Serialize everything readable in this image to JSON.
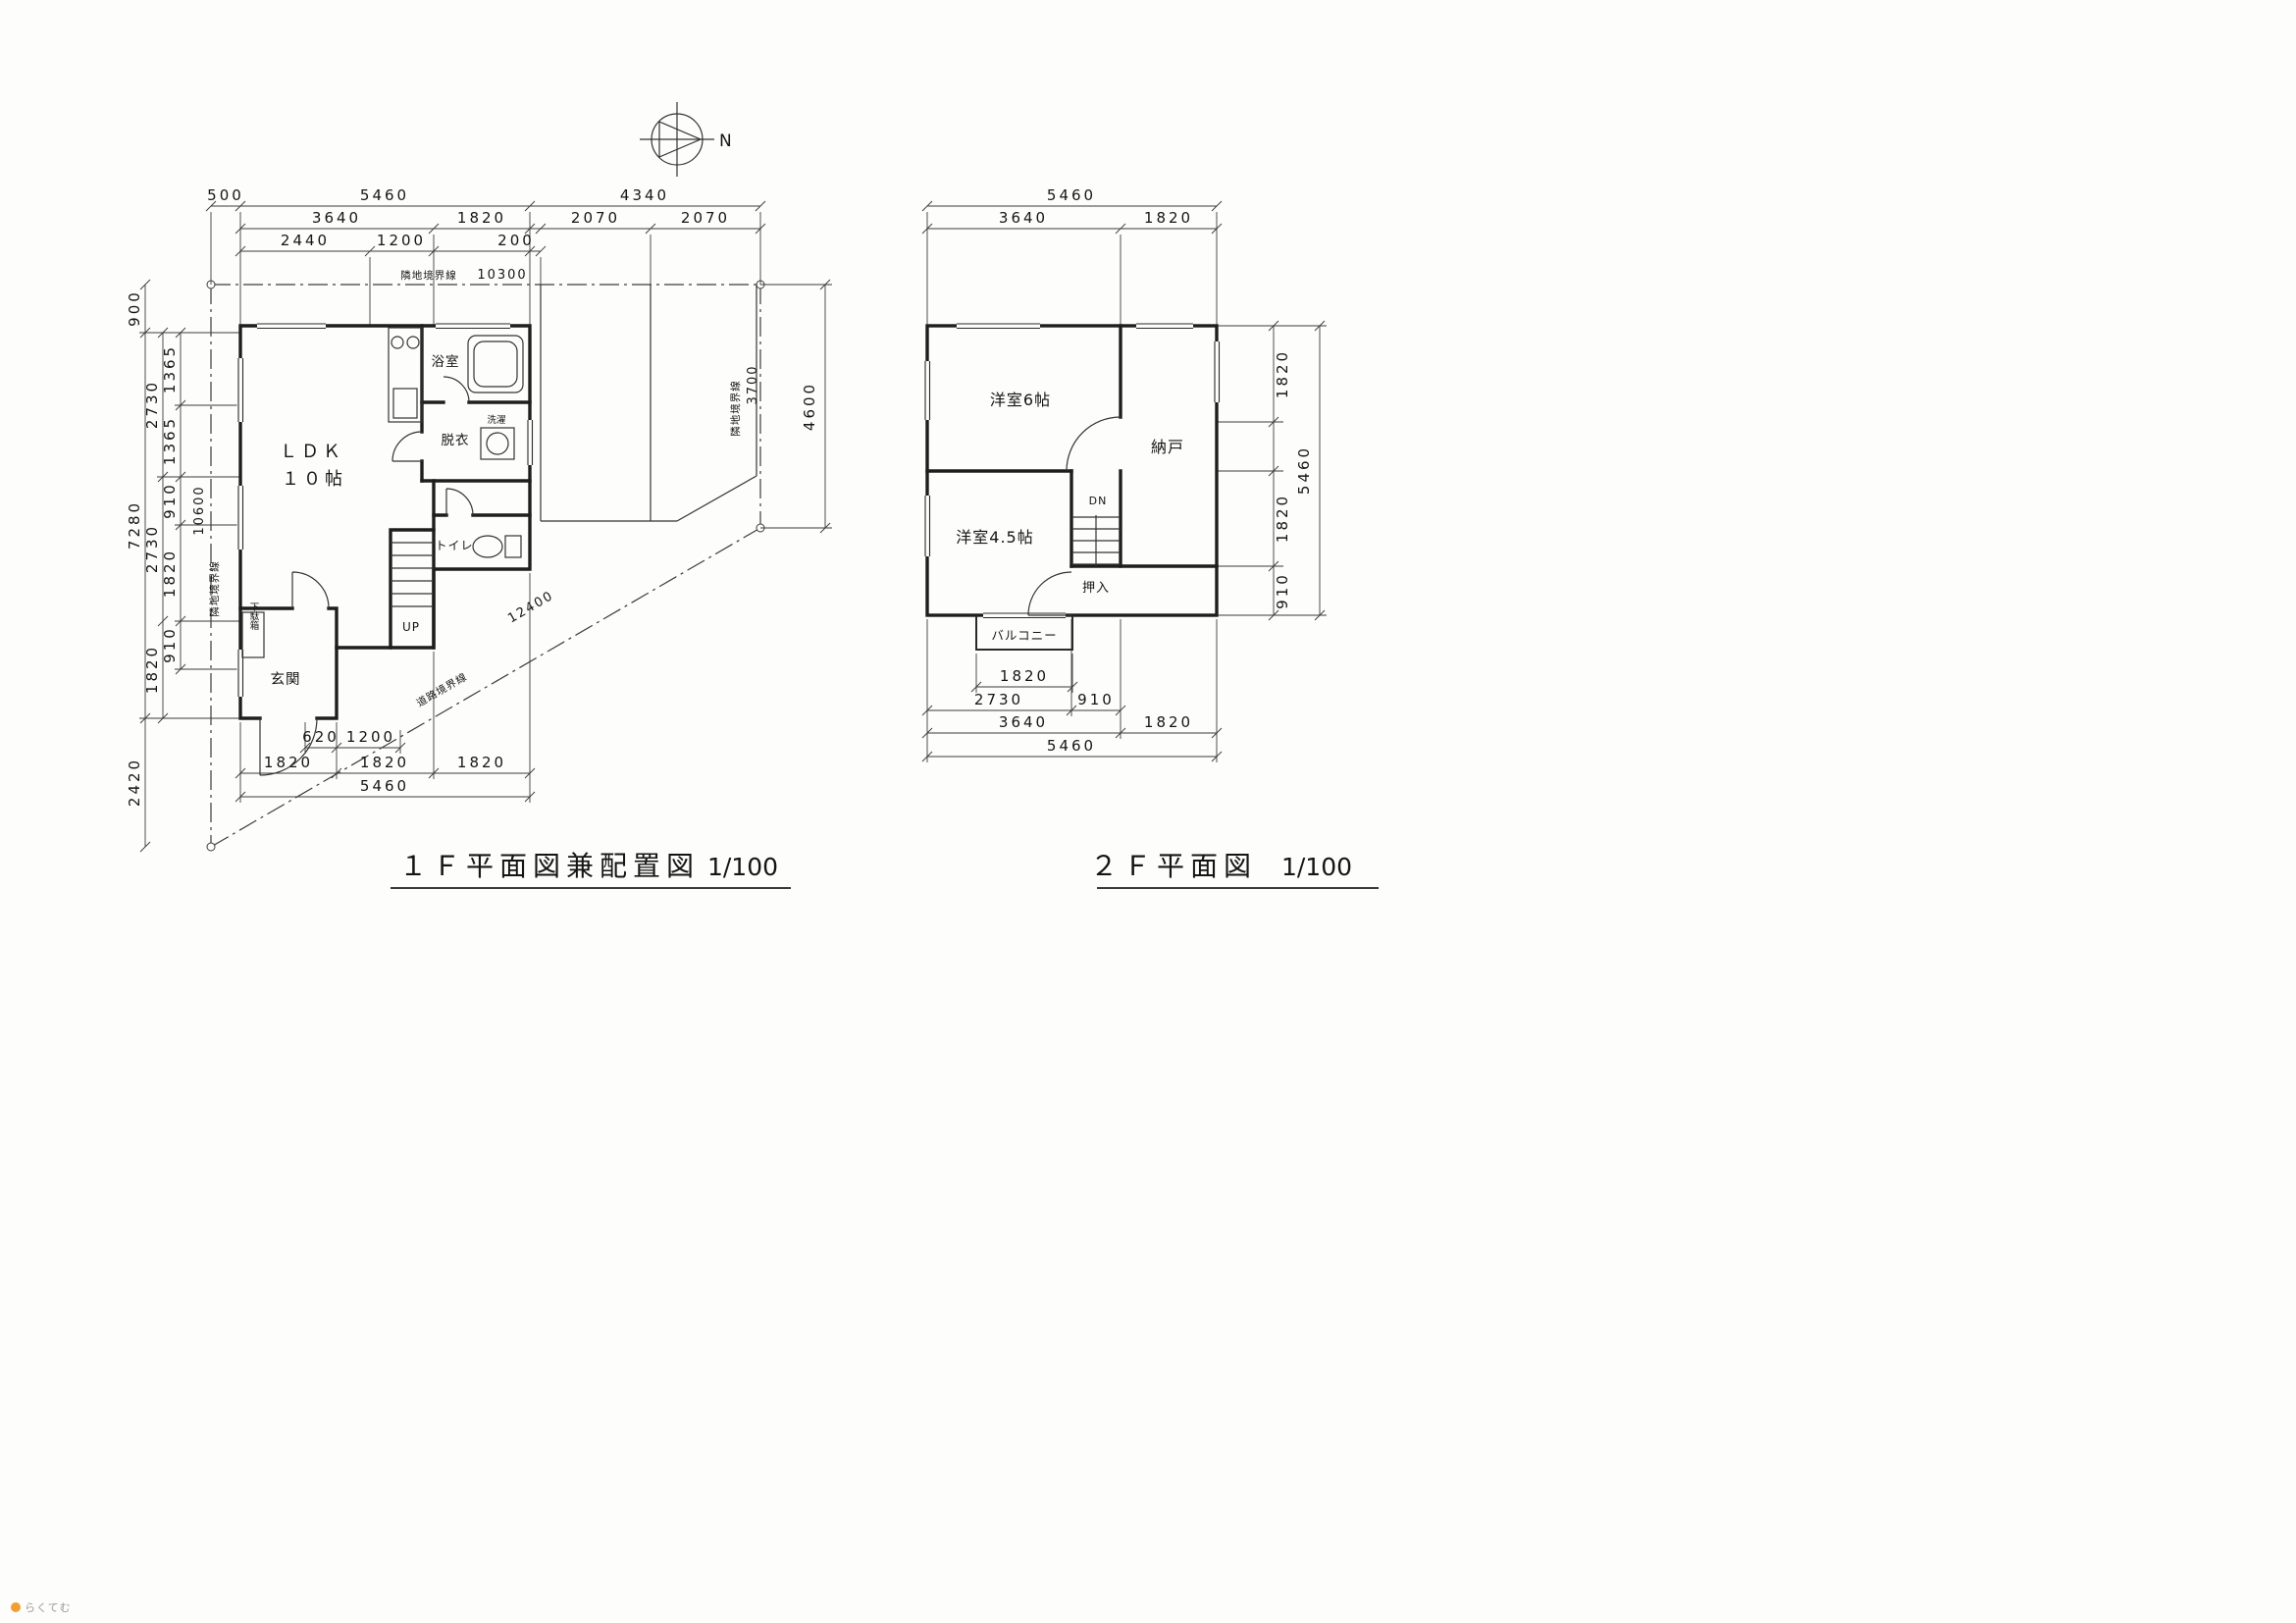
{
  "meta": {
    "north_label": "N",
    "watermark_text": "らくてむ"
  },
  "f1": {
    "title": "１Ｆ平面図兼配置図",
    "scale": "1/100",
    "site": {
      "boundary_top": "隣地境界線",
      "boundary_left": "隣地境界線",
      "boundary_right": "隣地境界線",
      "boundary_road": "道路境界線",
      "len_top": "10300",
      "len_left": "10600",
      "len_right": "4600",
      "len_right_inner": "3700",
      "len_road": "12400"
    },
    "rooms": {
      "ldk_name": "ＬＤＫ",
      "ldk_size": "１０帖",
      "bath": "浴室",
      "dressing": "脱衣",
      "laundry": "洗濯",
      "toilet": "トイレ",
      "stairs": "UP",
      "entry": "玄関",
      "shoe_cabinet": "下駄箱"
    },
    "dims": {
      "top1": [
        "500",
        "5460",
        "4340"
      ],
      "top2": [
        "3640",
        "1820",
        "2070",
        "2070"
      ],
      "top3": [
        "2440",
        "1200",
        "200"
      ],
      "left_outer": [
        "900",
        "7280",
        "2420"
      ],
      "left_mid": [
        "2730",
        "2730",
        "1820"
      ],
      "left_inner": [
        "1365",
        "1365",
        "910",
        "1820",
        "910"
      ],
      "bottom1": [
        "620",
        "1200"
      ],
      "bottom2": [
        "1820",
        "1820",
        "1820"
      ],
      "bottom3": "5460"
    }
  },
  "f2": {
    "title": "２Ｆ平面図",
    "scale": "1/100",
    "rooms": {
      "west6": "洋室6帖",
      "storage": "納戸",
      "west45": "洋室4.5帖",
      "stairs": "DN",
      "closet": "押入",
      "balcony": "バルコニー"
    },
    "dims": {
      "top1": "5460",
      "top2": [
        "3640",
        "1820"
      ],
      "right_inner": [
        "1820",
        "1820",
        "910"
      ],
      "right_outer": "5460",
      "bottom1": "1820",
      "bottom2": [
        "2730",
        "910"
      ],
      "bottom3": [
        "3640",
        "1820"
      ],
      "bottom4": "5460"
    }
  }
}
